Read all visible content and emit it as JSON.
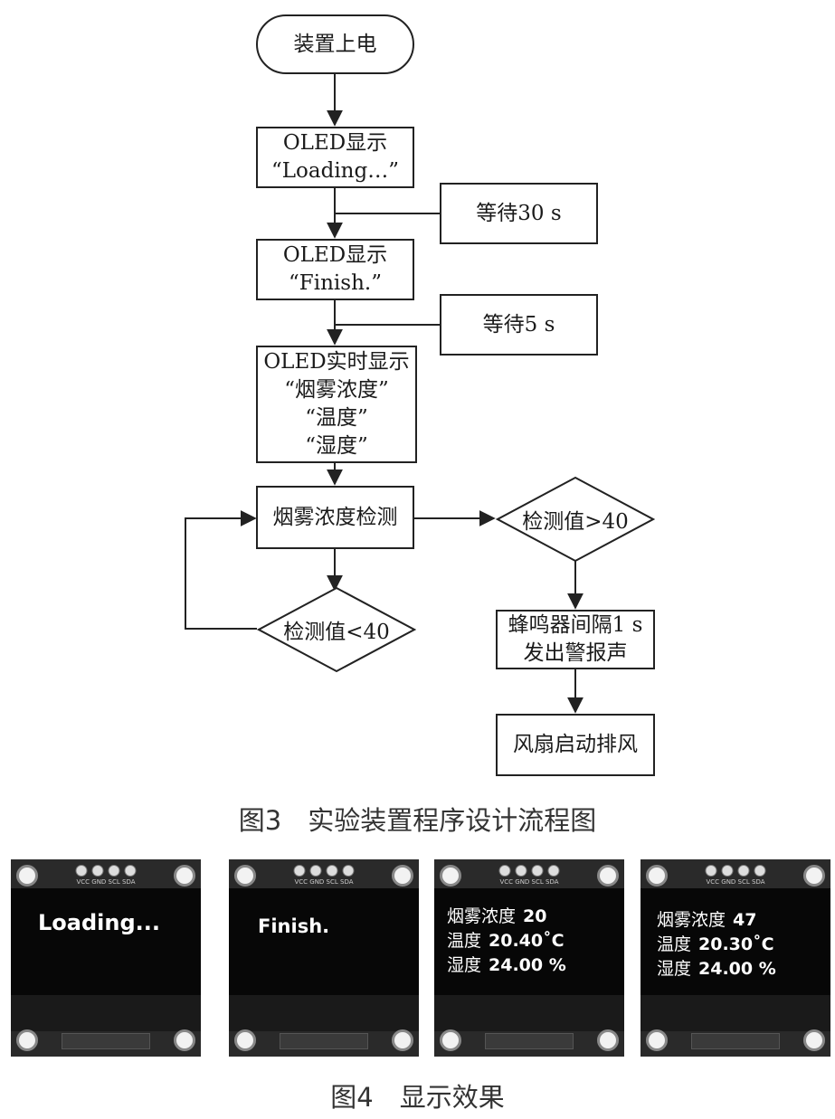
{
  "flowchart": {
    "start": "装置上电",
    "oled_loading": [
      "OLED显示",
      "“Loading…”"
    ],
    "wait30": "等待30 s",
    "oled_finish": [
      "OLED显示",
      "“Finish.”"
    ],
    "wait5": "等待5 s",
    "oled_realtime": [
      "OLED实时显示",
      "“烟雾浓度”",
      "“温度”",
      "“湿度”"
    ],
    "detect": "烟雾浓度检测",
    "cond_high": "检测值>40",
    "cond_low": "检测值<40",
    "buzzer": [
      "蜂鸣器间隔1 s",
      "发出警报声"
    ],
    "fan": "风扇启动排风"
  },
  "caption3": "图3　实验装置程序设计流程图",
  "oled_panels": {
    "pin_labels": "VCC GND SCL SDA",
    "panel1_text": "Loading...",
    "panel2_text": "Finish.",
    "panel3": {
      "smoke_label": "烟雾浓度",
      "smoke_value": "20",
      "temp_label": "温度",
      "temp_value": "20.40˚C",
      "hum_label": "湿度",
      "hum_value": "24.00 %"
    },
    "panel4": {
      "smoke_label": "烟雾浓度",
      "smoke_value": "47",
      "temp_label": "温度",
      "temp_value": "20.30˚C",
      "hum_label": "湿度",
      "hum_value": "24.00 %"
    }
  },
  "caption4": "图4　显示效果"
}
